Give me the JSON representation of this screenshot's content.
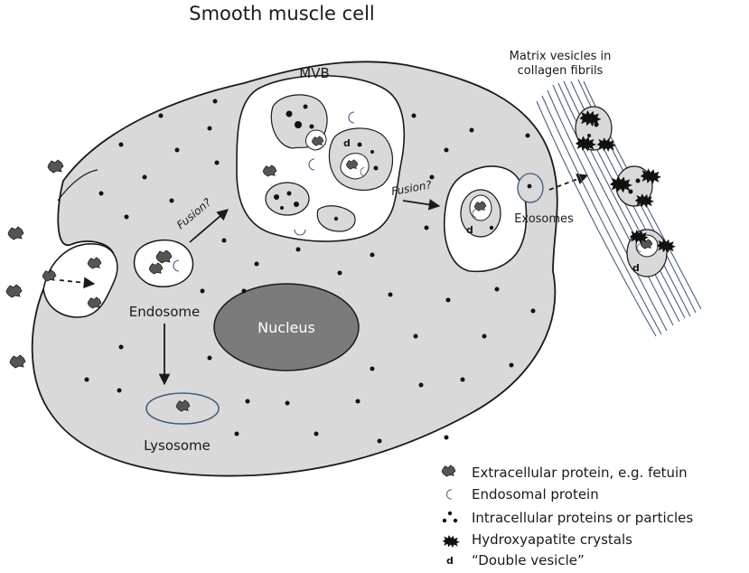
{
  "title": "Smooth muscle cell",
  "labels": {
    "mvb": "MVB",
    "matrix_vesicles_line1": "Matrix vesicles in",
    "matrix_vesicles_line2": "collagen fibrils",
    "fusion_left": "Fusion?",
    "fusion_right": "Fusion?",
    "exosomes": "Exosomes",
    "endosome": "Endosome",
    "nucleus": "Nucleus",
    "lysosome": "Lysosome",
    "double_vesicle_marker": "d"
  },
  "legend": [
    {
      "icon": "extracellular-protein-icon",
      "text": "Extracellular protein, e.g. fetuin"
    },
    {
      "icon": "endosomal-protein-icon",
      "text": "Endosomal protein"
    },
    {
      "icon": "intracellular-particles-icon",
      "text": "Intracellular proteins or particles"
    },
    {
      "icon": "hydroxyapatite-crystal-icon",
      "text": "Hydroxyapatite crystals"
    },
    {
      "icon": "double-vesicle-marker",
      "marker": "d",
      "text": "“Double vesicle”"
    }
  ],
  "colors": {
    "cell_fill": "#d9d9d9",
    "nucleus_fill": "#7b7b7b",
    "outline": "#1a1a1a",
    "endosomal_protein": "#3d5a78",
    "fibril": "#4a5f80"
  }
}
